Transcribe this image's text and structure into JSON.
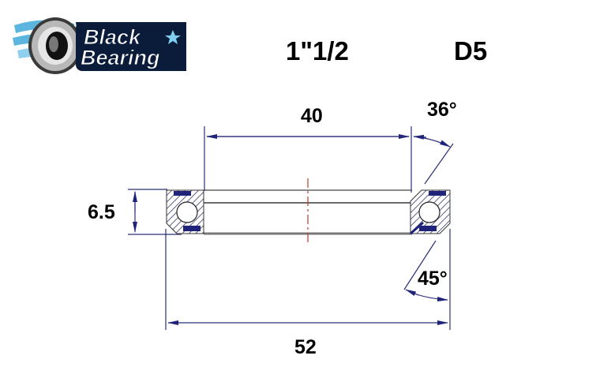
{
  "logo": {
    "line1": "Black",
    "line2": "Bearing",
    "colors": {
      "swoosh": "#5bb5de",
      "outline": "#0b1c3a",
      "text": "#ffffff",
      "star": "#7fd0f0"
    }
  },
  "header": {
    "size": "1\"1/2",
    "model": "D5"
  },
  "dimensions": {
    "inner_diameter": "40",
    "outer_diameter": "52",
    "height": "6.5",
    "top_angle": "36°",
    "bottom_angle": "45°"
  },
  "colors": {
    "dimension_line": "#2b2f7a",
    "seal": "#1f237a",
    "centerline": "#c0392b",
    "outline": "#222222",
    "hatch": "#333a66"
  }
}
